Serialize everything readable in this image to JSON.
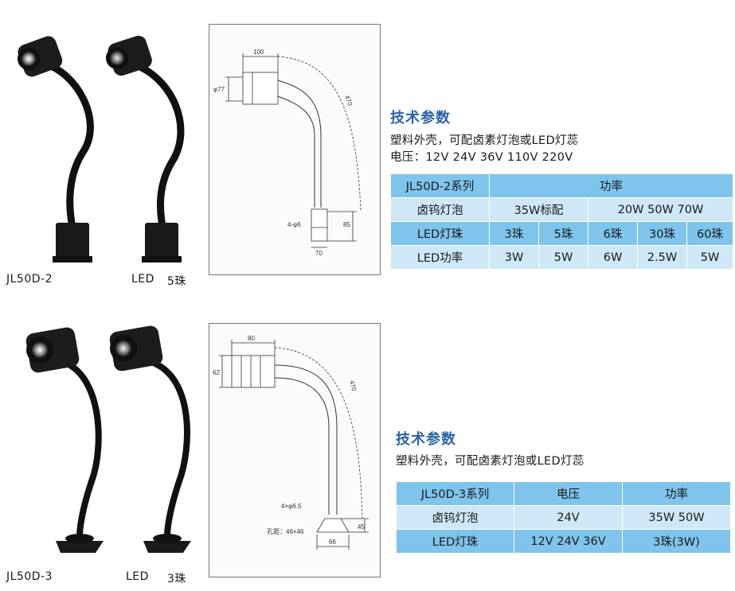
{
  "section1": {
    "captions": {
      "model": "JL50D-2",
      "led_prefix": "LED",
      "led_count": "5珠"
    },
    "drawing_dims": {
      "head_length": "100",
      "head_diameter": "φ77",
      "arm_length": "470",
      "holes": "4-φ6",
      "base_height": "85",
      "base_width": "70"
    },
    "spec_title": "技术参数",
    "desc": "塑料外壳，可配卤素灯泡或LED灯蕊",
    "voltage": "电压：12V 24V 36V 110V 220V",
    "table": {
      "header": {
        "series": "JL50D-2系列",
        "power": "功率"
      },
      "halogen": {
        "label": "卤钨灯泡",
        "standard": "35W标配",
        "options": "20W 50W 70W"
      },
      "led_beads": {
        "label": "LED灯珠",
        "values": [
          "3珠",
          "5珠",
          "6珠",
          "30珠",
          "60珠"
        ]
      },
      "led_power": {
        "label": "LED功率",
        "values": [
          "3W",
          "5W",
          "6W",
          "2.5W",
          "5W"
        ]
      }
    }
  },
  "section2": {
    "captions": {
      "model": "JL50D-3",
      "led_prefix": "LED",
      "led_count": "3珠"
    },
    "drawing_dims": {
      "head_length": "80",
      "head_diameter": "62",
      "arm_length": "470",
      "holes": "4×φ6.5",
      "hole_spacing": "孔距：46×46",
      "base_height": "45",
      "base_width": "66"
    },
    "spec_title": "技术参数",
    "desc": "塑料外壳，可配卤素灯泡或LED灯蕊",
    "table": {
      "header": {
        "series": "JL50D-3系列",
        "voltage": "电压",
        "power": "功率"
      },
      "halogen": {
        "label": "卤钨灯泡",
        "voltage": "24V",
        "power": "35W 50W"
      },
      "led": {
        "label": "LED灯珠",
        "voltage": "12V 24V 36V",
        "power": "3珠(3W)"
      }
    }
  },
  "colors": {
    "title": "#2a63a8",
    "row_dark": "#7ec4ec",
    "row_light": "#cfe8f7"
  }
}
